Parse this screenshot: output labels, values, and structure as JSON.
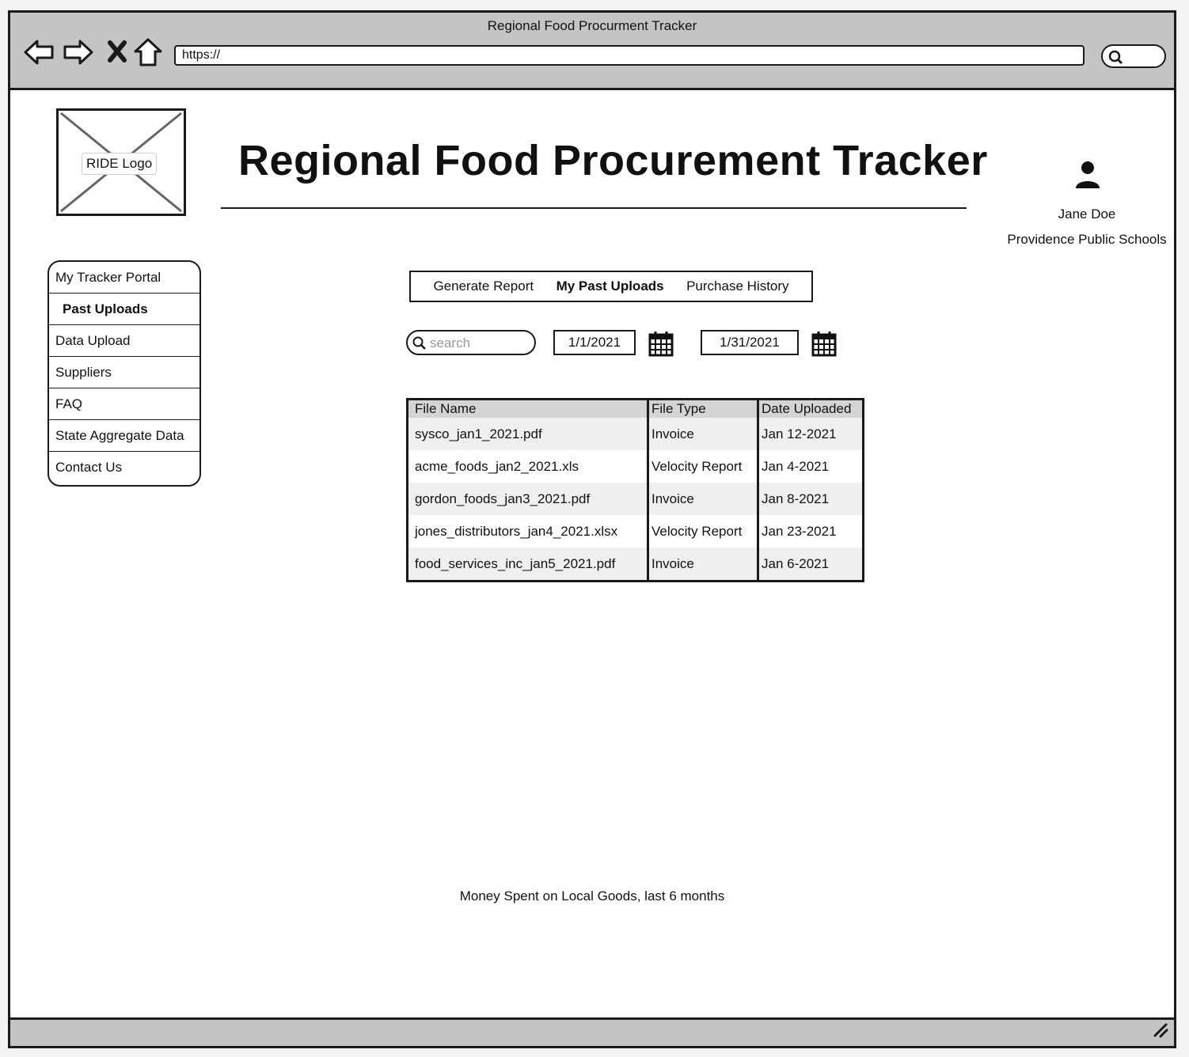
{
  "browser": {
    "window_title": "Regional Food Procurment Tracker",
    "url": "https://"
  },
  "header": {
    "logo_label": "RIDE Logo",
    "title": "Regional Food Procurement Tracker",
    "user": {
      "name": "Jane Doe",
      "organization": "Providence Public Schools"
    }
  },
  "sidebar": {
    "items": [
      {
        "label": "My Tracker Portal"
      },
      {
        "label": "Past Uploads"
      },
      {
        "label": "Data Upload"
      },
      {
        "label": "Suppliers"
      },
      {
        "label": "FAQ"
      },
      {
        "label": "State Aggregate Data"
      },
      {
        "label": "Contact Us"
      }
    ],
    "active_index": 1
  },
  "tabs": {
    "items": [
      {
        "label": "Generate Report"
      },
      {
        "label": "My Past Uploads"
      },
      {
        "label": "Purchase History"
      }
    ],
    "active_index": 1
  },
  "filters": {
    "search_placeholder": "search",
    "start_date": "1/1/2021",
    "end_date": "1/31/2021"
  },
  "uploads_table": {
    "columns": [
      "File Name",
      "File Type",
      "Date Uploaded"
    ],
    "rows": [
      [
        "sysco_jan1_2021.pdf",
        "Invoice",
        "Jan 12-2021"
      ],
      [
        "acme_foods_jan2_2021.xls",
        "Velocity Report",
        "Jan 4-2021"
      ],
      [
        "gordon_foods_jan3_2021.pdf",
        "Invoice",
        "Jan 8-2021"
      ],
      [
        "jones_distributors_jan4_2021.xlsx",
        "Velocity Report",
        "Jan 23-2021"
      ],
      [
        "food_services_inc_jan5_2021.pdf",
        "Invoice",
        "Jan 6-2021"
      ]
    ]
  },
  "chart_section": {
    "caption": "Money Spent on Local Goods, last 6 months"
  },
  "icons": {
    "back": "arrow-left-icon",
    "forward": "arrow-right-icon",
    "stop": "close-icon",
    "home": "home-icon",
    "search": "search-icon",
    "user": "user-icon",
    "calendar": "calendar-icon",
    "resize": "resize-handle-icon"
  }
}
